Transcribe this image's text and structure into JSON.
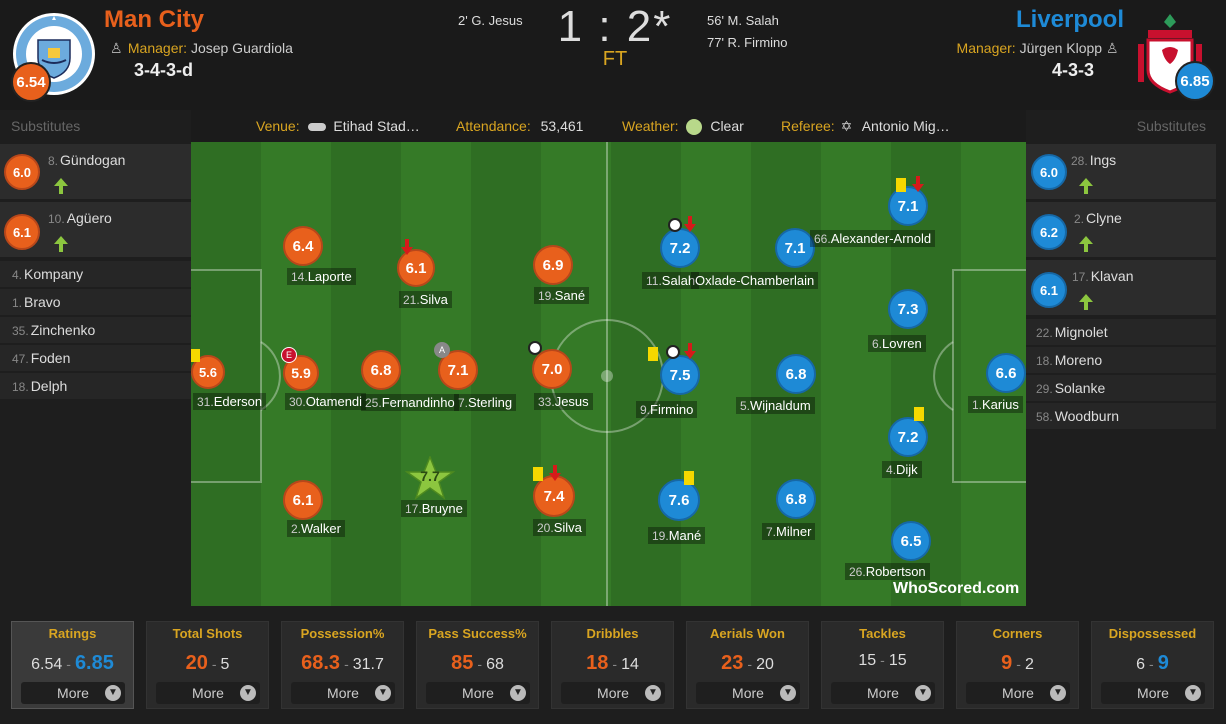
{
  "header": {
    "home": {
      "name": "Man City",
      "manager_label": "Manager:",
      "manager": "Josep Guardiola",
      "formation": "3-4-3-d",
      "rating": "6.54",
      "color": "#e8601c"
    },
    "away": {
      "name": "Liverpool",
      "manager_label": "Manager:",
      "manager": "Jürgen Klopp",
      "formation": "4-3-3",
      "rating": "6.85",
      "color": "#1e8ad6"
    },
    "score": "1 : 2*",
    "status": "FT",
    "home_scorers": [
      "2' G. Jesus"
    ],
    "away_scorers": [
      "56' M. Salah",
      "77' R. Firmino"
    ]
  },
  "info_bar": {
    "venue_label": "Venue:",
    "venue": "Etihad Stad…",
    "attendance_label": "Attendance:",
    "attendance": "53,461",
    "weather_label": "Weather:",
    "weather": "Clear",
    "referee_label": "Referee:",
    "referee": "Antonio Mig…"
  },
  "home_subs": {
    "title": "Substitutes",
    "used": [
      {
        "num": "8.",
        "name": "Gündogan",
        "rating": "6.0"
      },
      {
        "num": "10.",
        "name": "Agüero",
        "rating": "6.1"
      }
    ],
    "unused": [
      {
        "num": "4.",
        "name": "Kompany"
      },
      {
        "num": "1.",
        "name": "Bravo"
      },
      {
        "num": "35.",
        "name": "Zinchenko"
      },
      {
        "num": "47.",
        "name": "Foden"
      },
      {
        "num": "18.",
        "name": "Delph"
      }
    ]
  },
  "away_subs": {
    "title": "Substitutes",
    "used": [
      {
        "num": "28.",
        "name": "Ings",
        "rating": "6.0"
      },
      {
        "num": "2.",
        "name": "Clyne",
        "rating": "6.2"
      },
      {
        "num": "17.",
        "name": "Klavan",
        "rating": "6.1"
      }
    ],
    "unused": [
      {
        "num": "22.",
        "name": "Mignolet"
      },
      {
        "num": "18.",
        "name": "Moreno"
      },
      {
        "num": "29.",
        "name": "Solanke"
      },
      {
        "num": "58.",
        "name": "Woodburn"
      }
    ]
  },
  "home_players": [
    {
      "num": "31.",
      "name": "Ederson",
      "rating": "5.6"
    },
    {
      "num": "30.",
      "name": "Otamendi",
      "rating": "5.9"
    },
    {
      "num": "25.",
      "name": "Fernandinho",
      "rating": "6.8"
    },
    {
      "num": "7.",
      "name": "Sterling",
      "rating": "7.1"
    },
    {
      "num": "33.",
      "name": "Jesus",
      "rating": "7.0"
    },
    {
      "num": "14.",
      "name": "Laporte",
      "rating": "6.4"
    },
    {
      "num": "21.",
      "name": "Silva",
      "rating": "6.1"
    },
    {
      "num": "19.",
      "name": "Sané",
      "rating": "6.9"
    },
    {
      "num": "2.",
      "name": "Walker",
      "rating": "6.1"
    },
    {
      "num": "17.",
      "name": "Bruyne",
      "rating": "7.7"
    },
    {
      "num": "20.",
      "name": "Silva",
      "rating": "7.4"
    }
  ],
  "away_players": [
    {
      "num": "11.",
      "name": "Salah",
      "rating": "7.2"
    },
    {
      "num": "",
      "name": "Oxlade-Chamberlain",
      "rating": "7.1"
    },
    {
      "num": "66.",
      "name": "Alexander-Arnold",
      "rating": "7.1"
    },
    {
      "num": "9.",
      "name": "Firmino",
      "rating": "7.5"
    },
    {
      "num": "5.",
      "name": "Wijnaldum",
      "rating": "6.8"
    },
    {
      "num": "6.",
      "name": "Lovren",
      "rating": "7.3"
    },
    {
      "num": "1.",
      "name": "Karius",
      "rating": "6.6"
    },
    {
      "num": "4.",
      "name": "Dijk",
      "rating": "7.2"
    },
    {
      "num": "19.",
      "name": "Mané",
      "rating": "7.6"
    },
    {
      "num": "7.",
      "name": "Milner",
      "rating": "6.8"
    },
    {
      "num": "26.",
      "name": "Robertson",
      "rating": "6.5"
    }
  ],
  "watermark": "WhoScored.com",
  "stats": [
    {
      "title": "Ratings",
      "home": "6.54",
      "away": "6.85",
      "more": "More"
    },
    {
      "title": "Total Shots",
      "home": "20",
      "away": "5",
      "more": "More"
    },
    {
      "title": "Possession%",
      "home": "68.3",
      "away": "31.7",
      "more": "More"
    },
    {
      "title": "Pass Success%",
      "home": "85",
      "away": "68",
      "more": "More"
    },
    {
      "title": "Dribbles",
      "home": "18",
      "away": "14",
      "more": "More"
    },
    {
      "title": "Aerials Won",
      "home": "23",
      "away": "20",
      "more": "More"
    },
    {
      "title": "Tackles",
      "home": "15",
      "away": "15",
      "more": "More"
    },
    {
      "title": "Corners",
      "home": "9",
      "away": "2",
      "more": "More"
    },
    {
      "title": "Dispossessed",
      "home": "6",
      "away": "9",
      "more": "More"
    }
  ],
  "colors": {
    "home": "#e8601c",
    "away": "#1e8ad6",
    "pitch_dark": "#2f6e23",
    "pitch_light": "#357a27",
    "accent": "#d9a521"
  }
}
